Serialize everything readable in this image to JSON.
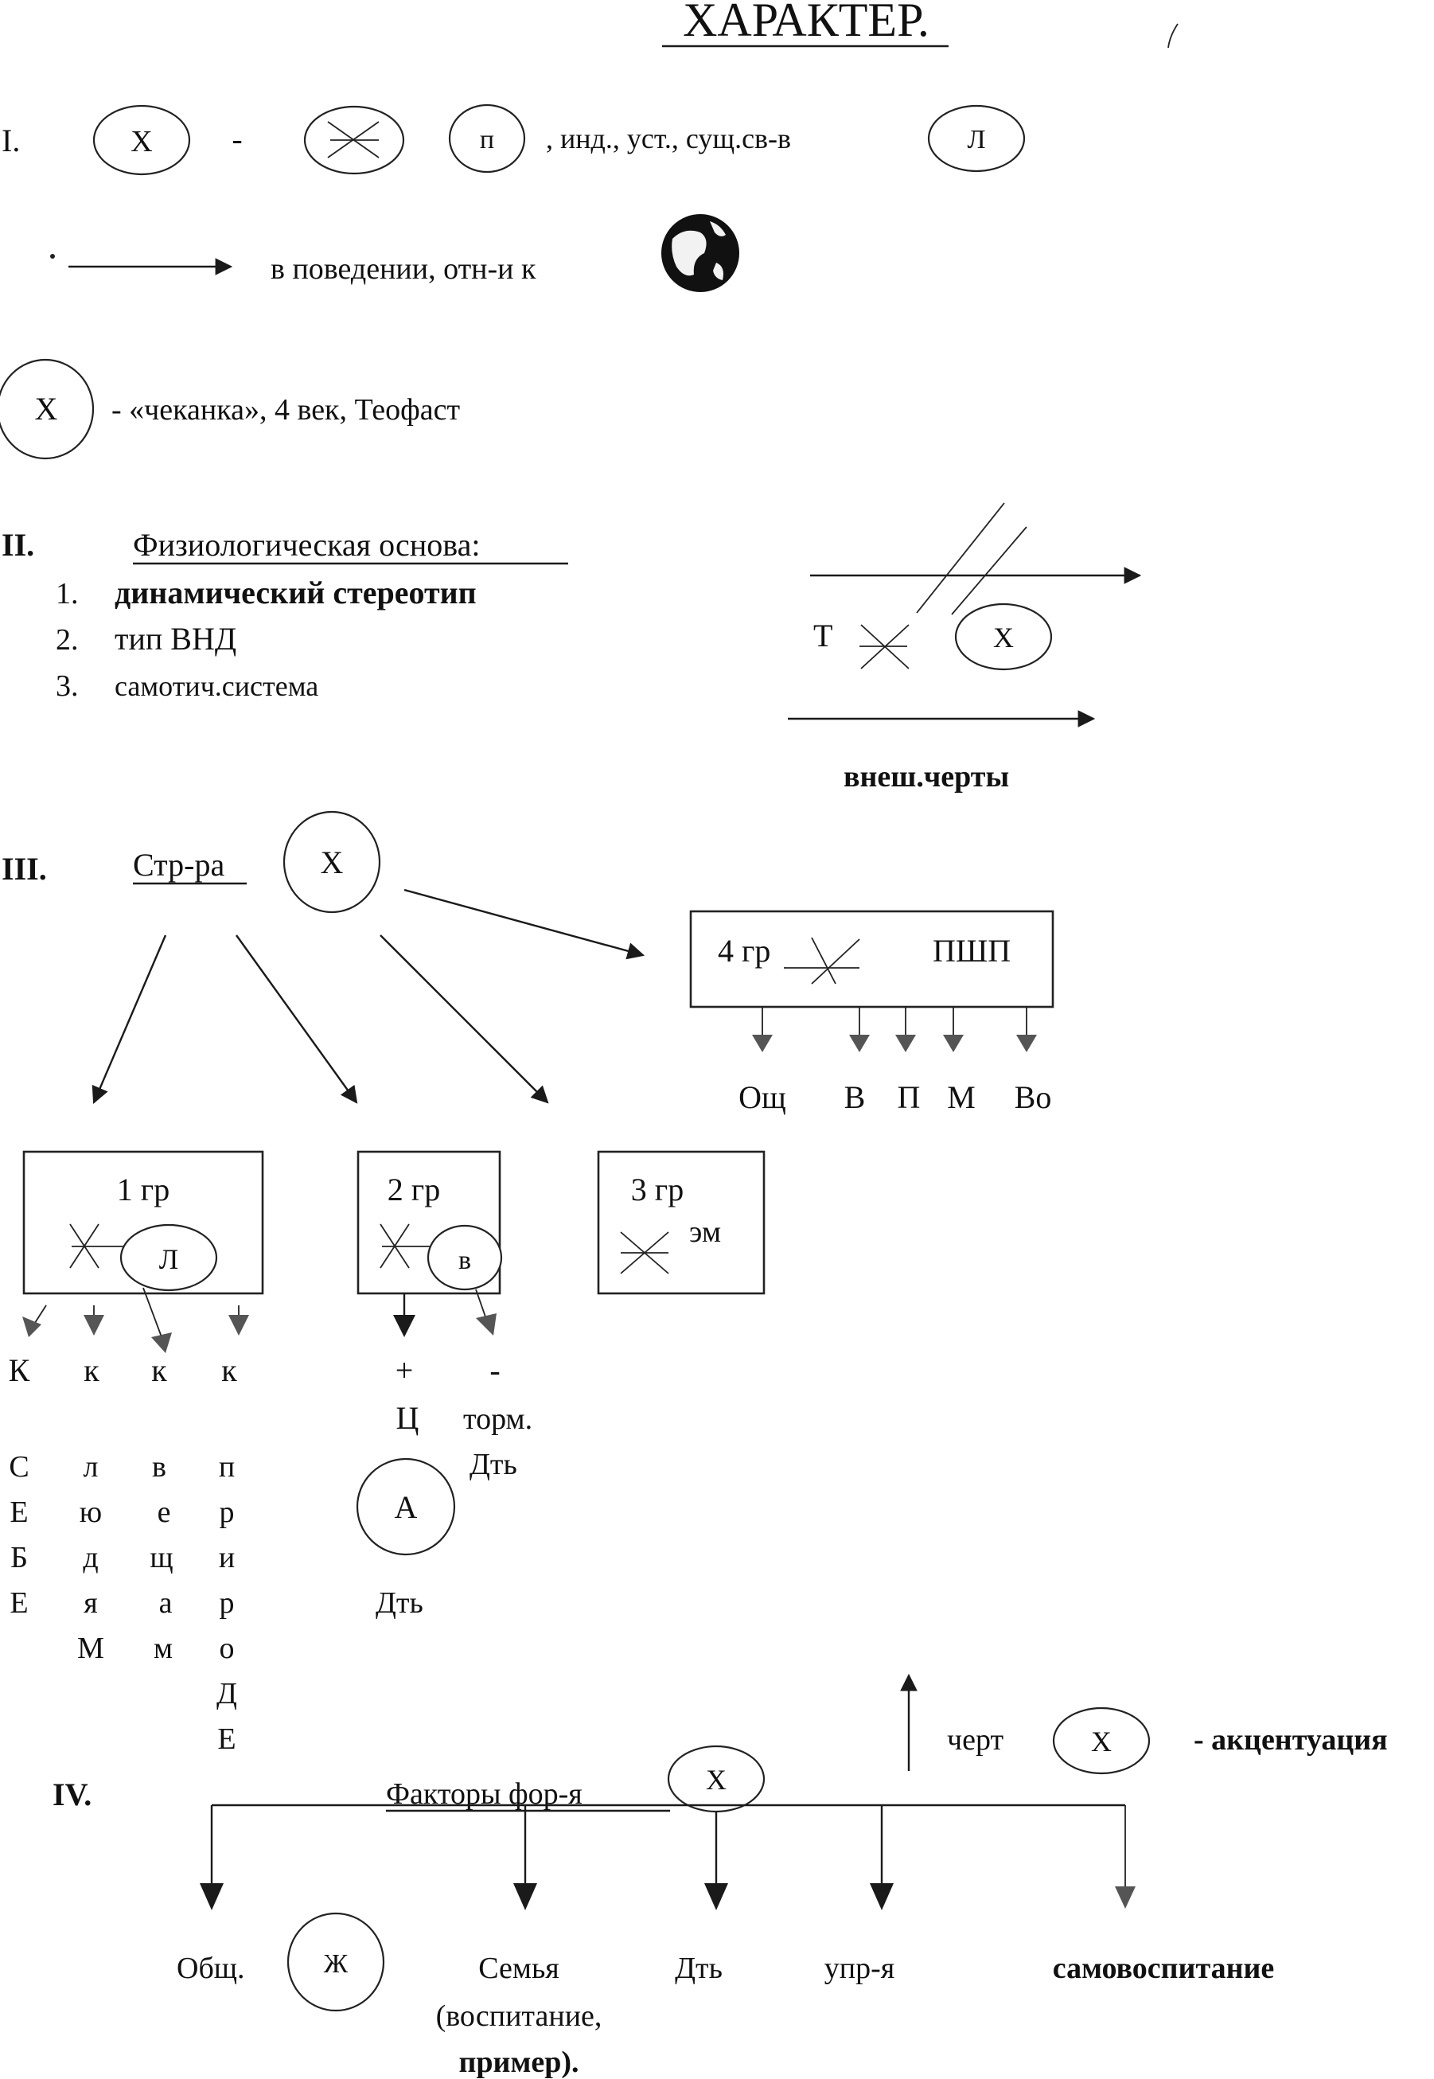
{
  "title": "ХАРАКТЕР.",
  "section1": {
    "numeral": "I.",
    "circle_x": "Х",
    "dash1": "-",
    "circle_p": "п",
    "text": ", инд., уст., сущ.св-в",
    "circle_l": "Л",
    "arrow_text": "в поведении, отн-и к",
    "x_label": "Х",
    "x_note": "- «чеканка», 4 век, Теофаст"
  },
  "section2": {
    "numeral": "II.",
    "heading": "Физиологическая основа:",
    "items": [
      {
        "num": "1.",
        "text": "динамический стереотип"
      },
      {
        "num": "2.",
        "text": "тип ВНД"
      },
      {
        "num": "3.",
        "text": "самотич.система"
      }
    ],
    "t_label": "Т",
    "x_label": "Х",
    "ext_label": "внеш.черты"
  },
  "section3": {
    "numeral": "III.",
    "heading": "Стр-ра",
    "x_label": "Х",
    "group4": {
      "label": "4 гр",
      "right": "ПШП",
      "outputs": [
        "Ощ",
        "В",
        "П",
        "М",
        "Во"
      ]
    },
    "group1": {
      "label": "1 гр",
      "circle": "Л",
      "outputs": [
        "К",
        "к",
        "к",
        "к"
      ]
    },
    "group2": {
      "label": "2 гр",
      "circle": "в",
      "plus": "+",
      "minus": "-",
      "c_label": "Ц",
      "torm": "торм.",
      "dt1": "Дть",
      "a_label": "А",
      "dt2": "Дть"
    },
    "group3": {
      "label": "3 гр",
      "suffix": "эм"
    },
    "columns": [
      [
        "С",
        "Е",
        "Б",
        "Е"
      ],
      [
        "л",
        "ю",
        "д",
        "я",
        "М"
      ],
      [
        "в",
        "е",
        "щ",
        "а",
        "м"
      ],
      [
        "п",
        "р",
        "и",
        "р",
        "о",
        "Д",
        "Е"
      ]
    ],
    "accent_pre": "черт",
    "accent_x": "Х",
    "accent_post": "- акцентуация"
  },
  "section4": {
    "numeral": "IV.",
    "heading": "Факторы  фор-я",
    "x_label": "Х",
    "factors": [
      "Общ.",
      "Семья",
      "Дть",
      "упр-я",
      "самовоспитание"
    ],
    "zh_label": "Ж",
    "family_note1": "(воспитание,",
    "family_note2": "пример)."
  },
  "colors": {
    "ink": "#1a1a1a",
    "gray_arrow": "#555555"
  }
}
